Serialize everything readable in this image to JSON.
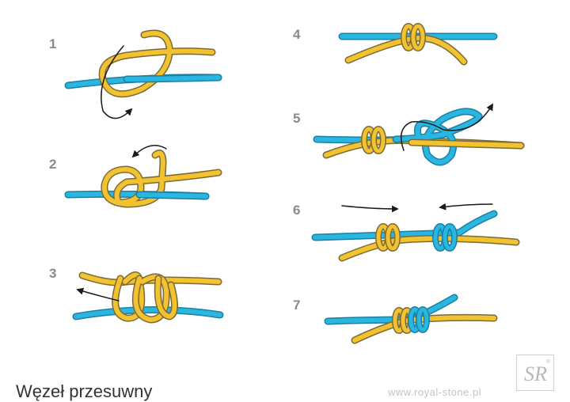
{
  "colors": {
    "blue": "#29b6e0",
    "yellow": "#f2c22f",
    "outline": "#7a6a3a",
    "arrow": "#1a1a1a",
    "number": "#8a8a8a"
  },
  "steps": [
    {
      "number": "1"
    },
    {
      "number": "2"
    },
    {
      "number": "3"
    },
    {
      "number": "4"
    },
    {
      "number": "5"
    },
    {
      "number": "6"
    },
    {
      "number": "7"
    }
  ],
  "caption": "Węzeł przesuwny",
  "website": "www.royal-stone.pl",
  "logo": {
    "initials": "SR",
    "mark": "®"
  }
}
